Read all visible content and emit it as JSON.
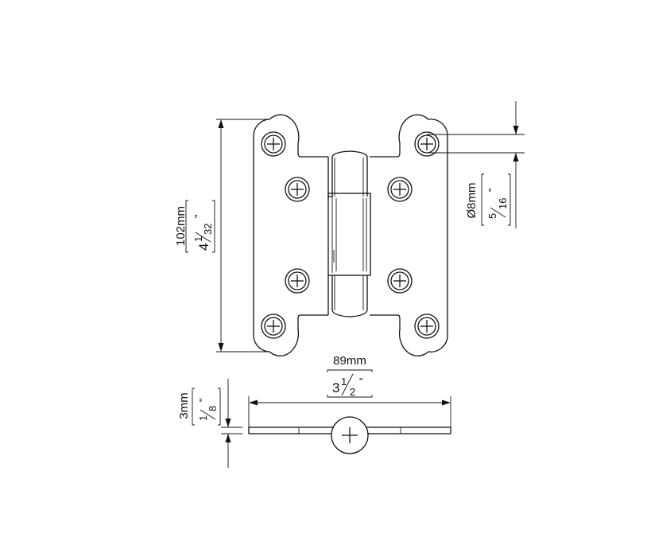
{
  "dimensions": {
    "height": {
      "metric": "102mm",
      "whole": "4",
      "numerator": "1",
      "denominator": "32",
      "inch_mark": "\""
    },
    "width": {
      "metric": "89mm",
      "whole": "3",
      "numerator": "1",
      "denominator": "2",
      "inch_mark": "\""
    },
    "hole_diameter": {
      "metric": "Ø8mm",
      "numerator": "5",
      "denominator": "16",
      "inch_mark": "\""
    },
    "thickness": {
      "metric": "3mm",
      "numerator": "1",
      "denominator": "8",
      "inch_mark": "\""
    }
  },
  "colors": {
    "line": "#111111",
    "background": "#ffffff"
  }
}
